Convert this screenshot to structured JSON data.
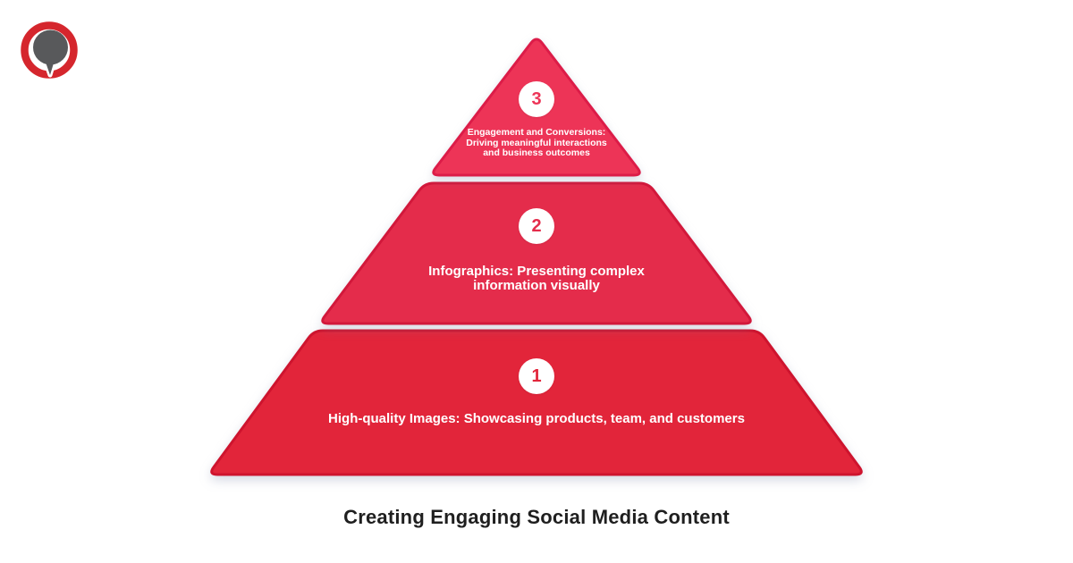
{
  "title": "Creating Engaging Social Media Content",
  "brand": {
    "logo_icon": "speech-bubble-logo"
  },
  "pyramid": {
    "type": "pyramid-3-levels",
    "levels": [
      {
        "number": "1",
        "label": "High-quality Images: Showcasing products, team, and customers"
      },
      {
        "number": "2",
        "label": "Infographics: Presenting complex information visually"
      },
      {
        "number": "3",
        "label": "Engagement and Conversions: Driving meaningful interactions and business outcomes"
      }
    ]
  },
  "colors": {
    "background": "#ffffff",
    "level1_fill": "#e2253a",
    "level1_border": "#ce142e",
    "level2_fill": "#e42c4b",
    "level2_border": "#d2183b",
    "level3_fill": "#ed3457",
    "level3_border": "#dc1c48",
    "badge_background": "#ffffff",
    "label_text": "#ffffff",
    "title_text": "#1f1f1f",
    "logo_ring": "#d5262d",
    "logo_bubble": "#58595b"
  }
}
